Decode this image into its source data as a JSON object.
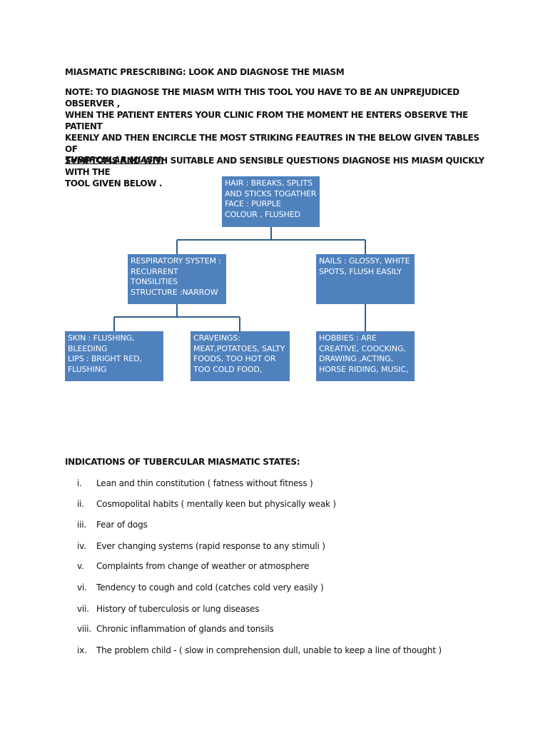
{
  "title": "MIASMATIC PRESCRIBING: LOOK AND DIAGNOSE THE MIASM",
  "note_lines": [
    "NOTE: TO DIAGNOSE THE MIASM WITH THIS TOOL YOU HAVE TO BE AN UNPREJUDICED OBSERVER ,",
    "WHEN THE PATIENT ENTERS YOUR CLINIC FROM THE MOMENT HE ENTERS OBSERVE THE PATIENT",
    "KEENLY AND THEN ENCIRCLE THE MOST STRIKING FEAUTRES IN THE BELOW GIVEN TABLES OF",
    "SYMPTOMS AND WITH SUITABLE AND SENSIBLE QUESTIONS DIAGNOSE HIS MIASM QUICKLY WITH THE",
    "TOOL GIVEN BELOW ."
  ],
  "section_heading": "TUBERCULAR MIASM:",
  "diagram": {
    "box_color": "#4f81bd",
    "line_color": "#2e5f8a",
    "boxes": {
      "hair_face": [
        "HAIR : BREAKS, SPLITS",
        "AND STICKS TOGATHER",
        "FACE : PURPLE",
        "COLOUR , FLUSHED"
      ],
      "respiratory": [
        "RESPIRATORY SYSTEM :",
        "RECURRENT",
        "TONSILITIES",
        "STRUCTURE :NARROW"
      ],
      "nails": [
        "NAILS : GLOSSY, WHITE",
        "SPOTS, FLUSH EASILY"
      ],
      "skin_lips": [
        "SKIN : FLUSHING,",
        "BLEEDING",
        "LIPS : BRIGHT RED,",
        "FLUSHING"
      ],
      "craveings": [
        "CRAVEINGS:",
        "MEAT,POTATOES, SALTY",
        "FOODS, TOO HOT OR",
        "TOO COLD FOOD,"
      ],
      "hobbies": [
        "HOBBIES : ARE",
        "CREATIVE, COOCKING,",
        "DRAWING ,ACTING,",
        "HORSE RIDING, MUSIC,"
      ]
    }
  },
  "indications": {
    "heading": "INDICATIONS OF TUBERCULAR MIASMATIC STATES:",
    "items": [
      {
        "num": "i.",
        "text": "Lean and thin constitution ( fatness without fitness )"
      },
      {
        "num": "ii.",
        "text": "Cosmopolital habits ( mentally keen but physically weak )"
      },
      {
        "num": "iii.",
        "text": "Fear of dogs"
      },
      {
        "num": "iv.",
        "text": "Ever changing systems (rapid response to any stimuli )"
      },
      {
        "num": "v.",
        "text": "Complaints from change of weather or atmosphere"
      },
      {
        "num": "vi.",
        "text": "Tendency to cough and cold (catches cold very easily )"
      },
      {
        "num": "vii.",
        "text": "History of tuberculosis or lung diseases"
      },
      {
        "num": "viii.",
        "text": "Chronic inflammation of glands and tonsils"
      },
      {
        "num": "ix.",
        "text": "The problem child - ( slow in comprehension dull, unable to keep a line of thought )"
      }
    ]
  }
}
